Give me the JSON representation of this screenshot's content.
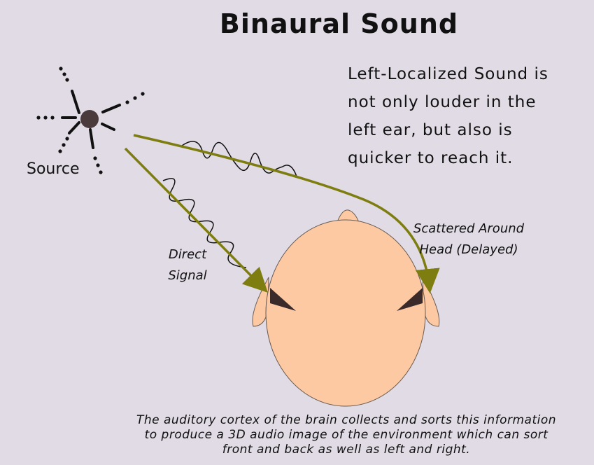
{
  "title": "Binaural Sound",
  "explanation": [
    "Left-Localized Sound is",
    "not only louder in the",
    "left ear, but also is",
    "quicker to reach it."
  ],
  "labels": {
    "source": "Source",
    "direct": [
      "Direct",
      "Signal"
    ],
    "scattered": [
      "Scattered Around",
      "Head (Delayed)"
    ]
  },
  "footer": [
    "The auditory cortex of the brain collects and sorts this information",
    "to produce a 3D audio image of the environment which can sort",
    "front and back as well as left and right."
  ],
  "colors": {
    "background": "#e1dbe5",
    "skin": "#fcc9a3",
    "arrow": "#7d7d10",
    "source": "#4a3a3c",
    "ear_shadow": "#3a2a2a"
  }
}
